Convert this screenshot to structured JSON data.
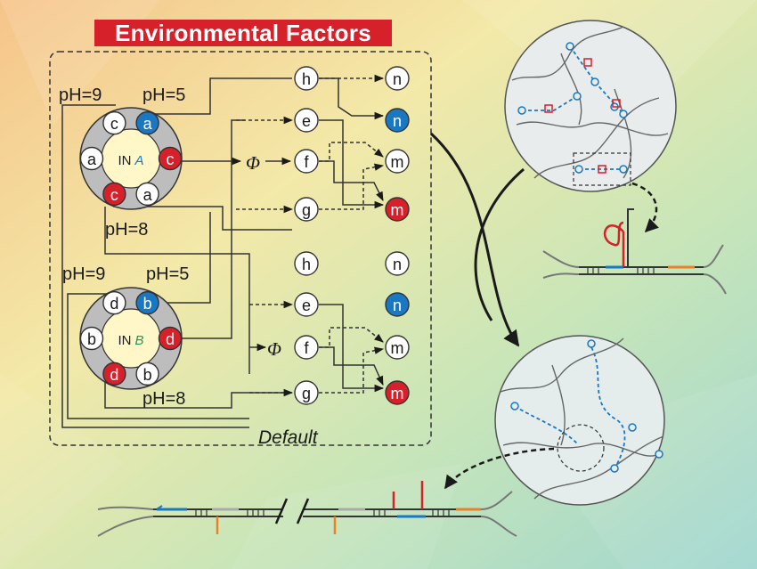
{
  "title": "Environmental Factors",
  "colors": {
    "red": "#d6212a",
    "blue": "#1a78c2",
    "orange": "#e8822a",
    "gray": "#888888"
  },
  "module_a": {
    "label_prefix": "IN",
    "label_var": "A",
    "ph_left": "pH=9",
    "ph_right": "pH=5",
    "ph_bottom": "pH=8",
    "ring": [
      {
        "letter": "c",
        "style": "white"
      },
      {
        "letter": "a",
        "style": "blue"
      },
      {
        "letter": "a",
        "style": "white"
      },
      {
        "letter": "c",
        "style": "red"
      },
      {
        "letter": "c",
        "style": "red"
      },
      {
        "letter": "a",
        "style": "white"
      }
    ]
  },
  "module_b": {
    "label_prefix": "IN",
    "label_var": "B",
    "ph_left": "pH=9",
    "ph_right": "pH=5",
    "ph_bottom": "pH=8",
    "ring": [
      {
        "letter": "d",
        "style": "white"
      },
      {
        "letter": "b",
        "style": "blue"
      },
      {
        "letter": "b",
        "style": "white"
      },
      {
        "letter": "d",
        "style": "red"
      },
      {
        "letter": "d",
        "style": "red"
      },
      {
        "letter": "b",
        "style": "white"
      }
    ]
  },
  "phi_symbol": "Φ",
  "default_label": "Default",
  "left_nodes_top": [
    "h",
    "e",
    "f",
    "g"
  ],
  "right_nodes_top": [
    {
      "letter": "n",
      "style": "white"
    },
    {
      "letter": "n",
      "style": "blue"
    },
    {
      "letter": "m",
      "style": "white"
    },
    {
      "letter": "m",
      "style": "red"
    }
  ],
  "left_nodes_bottom": [
    "h",
    "e",
    "f",
    "g"
  ],
  "right_nodes_bottom": [
    {
      "letter": "n",
      "style": "white"
    },
    {
      "letter": "n",
      "style": "blue"
    },
    {
      "letter": "m",
      "style": "white"
    },
    {
      "letter": "m",
      "style": "red"
    }
  ]
}
